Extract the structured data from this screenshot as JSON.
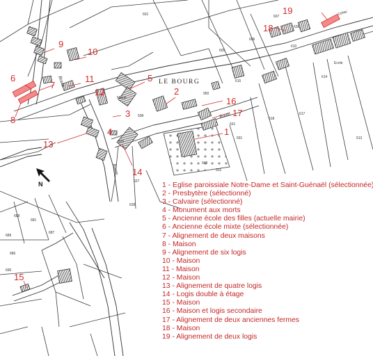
{
  "map": {
    "place_label": "LE BOURG",
    "road_labels": [
      "Route",
      "Route",
      "Route"
    ],
    "north_label": "N",
    "markers": [
      "1",
      "2",
      "3",
      "4",
      "5",
      "6",
      "7",
      "8",
      "9",
      "10",
      "11",
      "12",
      "13",
      "14",
      "15",
      "16",
      "17",
      "18",
      "19"
    ],
    "building_labels": [
      "Mairie",
      "Ecole"
    ],
    "small_labels": [
      "Cellac",
      "601",
      "605",
      "606",
      "607",
      "610",
      "613",
      "614",
      "615",
      "617",
      "618",
      "625",
      "627",
      "628",
      "631",
      "636",
      "681",
      "686",
      "687",
      "688",
      "689",
      "690",
      "691",
      "932",
      "949",
      "950",
      "598",
      "599"
    ]
  },
  "legend": {
    "items": [
      "1 - Eglise paroissiale Notre-Dame et Saint-Guénaël (sélectionnée)",
      "2 - Presbytère (sélectionné)",
      "3 - Calvaire (sélectionné)",
      "4 - Monument aux morts",
      "5 - Ancienne école des filles (actuelle mairie)",
      "6 - Ancienne école mixte (sélectionnée)",
      "7 - Alignement de deux maisons",
      "8 - Maison",
      "9 - Alignement de six logis",
      "10 - Maison",
      "11 - Maison",
      "12 - Maison",
      "13 - Alignement de quatre logis",
      "14 - Logis double à étage",
      "15 - Maison",
      "16 - Maison et logis secondaire",
      "17 - Alignement de deux anciennes fermes",
      "18 - Maison",
      "19 - Alignement de deux logis"
    ]
  },
  "colors": {
    "marker_text": "#d42a2a",
    "highlight_fill": "#f28a8a",
    "building_hatch": "#555555",
    "parcel_line": "#333333"
  }
}
